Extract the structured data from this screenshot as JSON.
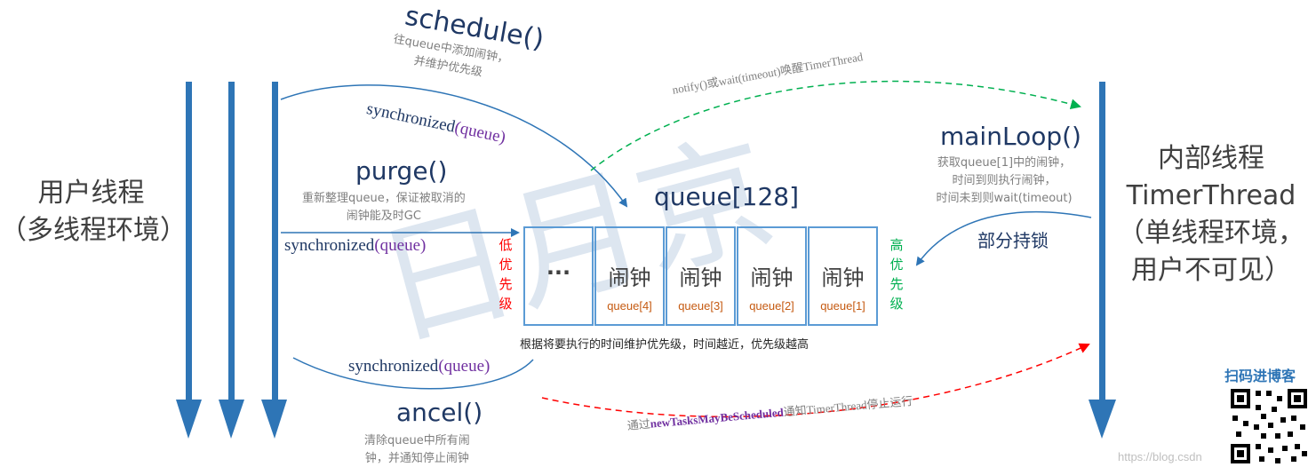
{
  "left_label": [
    "用户线程",
    "（多线程环境）"
  ],
  "right_label": [
    "内部线程",
    "TimerThread",
    "（单线程环境，",
    "用户不可见）"
  ],
  "schedule": {
    "title": "schedule()",
    "desc": [
      "往queue中添加闹钟，",
      "并维护优先级"
    ],
    "sync_prefix": "synchronized",
    "sync_arg": "(queue)"
  },
  "purge": {
    "title": "purge()",
    "desc": [
      "重新整理queue，保证被取消的",
      "闹钟能及时GC"
    ],
    "sync_prefix": "synchronized",
    "sync_arg": "(queue)"
  },
  "cancel": {
    "title": "ancel()",
    "desc": [
      "清除queue中所有闹",
      "钟，并通知停止闹钟"
    ],
    "sync_prefix": "synchronized",
    "sync_arg": "(queue)"
  },
  "mainloop": {
    "title": "mainLoop()",
    "desc": [
      "获取queue[1]中的闹钟，",
      "时间到则执行闹钟，",
      "时间未到则wait(timeout)"
    ],
    "partial_lock": "部分持锁"
  },
  "notify_text": "notify()或wait(timeout)唤醒TimerThread",
  "stop_text": {
    "prefix": "通过",
    "flag": "newTasksMayBeScheduled",
    "suffix": "通知TimerThread停止运行"
  },
  "queue": {
    "title": "queue[128]",
    "cells": [
      {
        "label": "...",
        "index": ""
      },
      {
        "label": "闹钟",
        "index": "queue[4]"
      },
      {
        "label": "闹钟",
        "index": "queue[3]"
      },
      {
        "label": "闹钟",
        "index": "queue[2]"
      },
      {
        "label": "闹钟",
        "index": "queue[1]"
      }
    ],
    "low_priority": "低优先级",
    "high_priority": "高优先级",
    "footnote": "根据将要执行的时间维护优先级，时间越近，优先级越高"
  },
  "qr_label": "扫码进博客",
  "url_text": "https://blog.csdn",
  "watermark": "日月京",
  "colors": {
    "arrow_blue": "#2e75b6",
    "notify_green": "#00b050",
    "stop_red": "#ff0000",
    "low": "#ff0000",
    "high": "#00b050"
  }
}
